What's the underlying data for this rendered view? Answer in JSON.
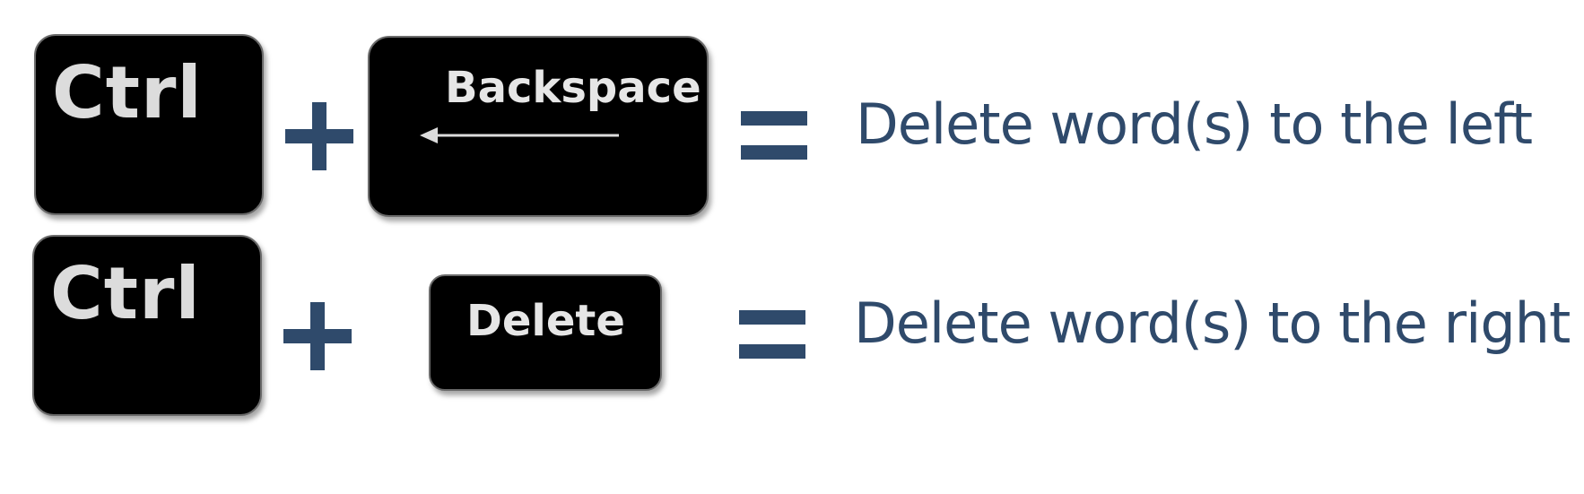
{
  "rows": [
    {
      "modifier": "Ctrl",
      "key": "Backspace",
      "description": "Delete word(s) to the left"
    },
    {
      "modifier": "Ctrl",
      "key": "Delete",
      "description": "Delete word(s) to the right"
    }
  ],
  "colors": {
    "accent": "#2f4a6b",
    "key_fill": "#000000",
    "key_text": "#dcdcdc"
  },
  "icons": [
    "plus-icon",
    "equals-icon",
    "left-arrow-icon"
  ]
}
